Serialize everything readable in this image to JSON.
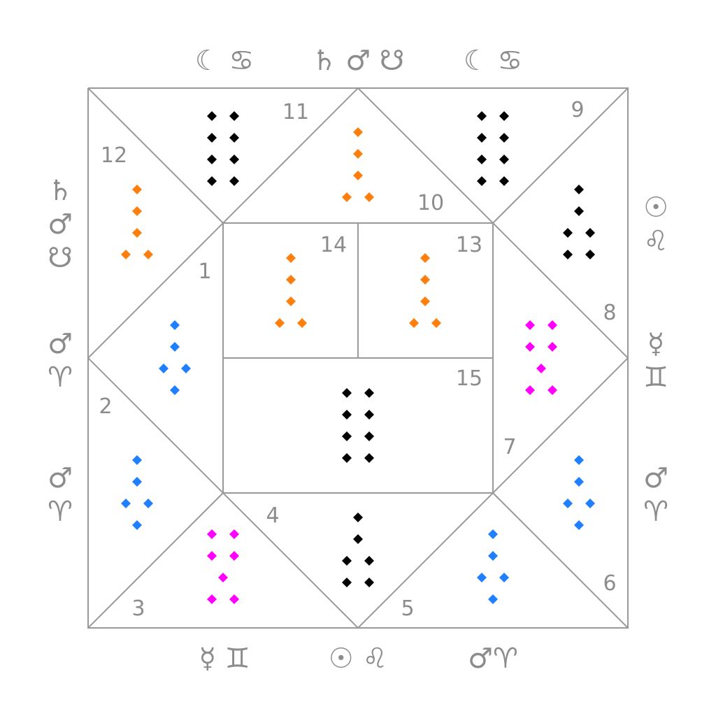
{
  "colors": {
    "line": "#999999",
    "label": "#8c8c8c",
    "orange": "#ff7f0e",
    "blue": "#1f7fff",
    "magenta": "#ff00ff",
    "black": "#000000"
  },
  "houses": [
    {
      "number": "1",
      "color": "blue",
      "pattern": "single,single,double,single"
    },
    {
      "number": "2",
      "color": "blue",
      "pattern": "single,single,double,single"
    },
    {
      "number": "3",
      "color": "magenta",
      "pattern": "double,double,single,double"
    },
    {
      "number": "4",
      "color": "black",
      "pattern": "single,single,double,double"
    },
    {
      "number": "5",
      "color": "blue",
      "pattern": "single,single,double,single"
    },
    {
      "number": "6",
      "color": "blue",
      "pattern": "single,single,double,single"
    },
    {
      "number": "7",
      "color": "magenta",
      "pattern": "double,double,single,double"
    },
    {
      "number": "8",
      "color": "black",
      "pattern": "single,single,double,double"
    },
    {
      "number": "9",
      "color": "black",
      "pattern": "double,double,double,double"
    },
    {
      "number": "10",
      "color": "orange",
      "pattern": "single,single,single,double"
    },
    {
      "number": "11",
      "color": "black",
      "pattern": "double,double,double,double"
    },
    {
      "number": "12",
      "color": "orange",
      "pattern": "single,single,single,double"
    },
    {
      "number": "13",
      "color": "orange",
      "pattern": "single,single,single,double"
    },
    {
      "number": "14",
      "color": "orange",
      "pattern": "single,single,single,double"
    },
    {
      "number": "15",
      "color": "black",
      "pattern": "double,double,double,double"
    }
  ],
  "glyphs": {
    "top_left": "☾ ♋",
    "top_center": "♄ ♂ ☋",
    "top_right": "☾ ♋",
    "bottom_left": "☿ ♊",
    "bottom_center": "☉ ♌",
    "bottom_right": "♂♈",
    "left_upper": [
      "♄",
      "♂",
      "☋"
    ],
    "left_middle": [
      "♂",
      "♈"
    ],
    "left_lower": [
      "♂",
      "♈"
    ],
    "right_upper": [
      "☉",
      "♌"
    ],
    "right_middle": [
      "☿",
      "♊"
    ],
    "right_lower": [
      "♂",
      "♈"
    ]
  }
}
